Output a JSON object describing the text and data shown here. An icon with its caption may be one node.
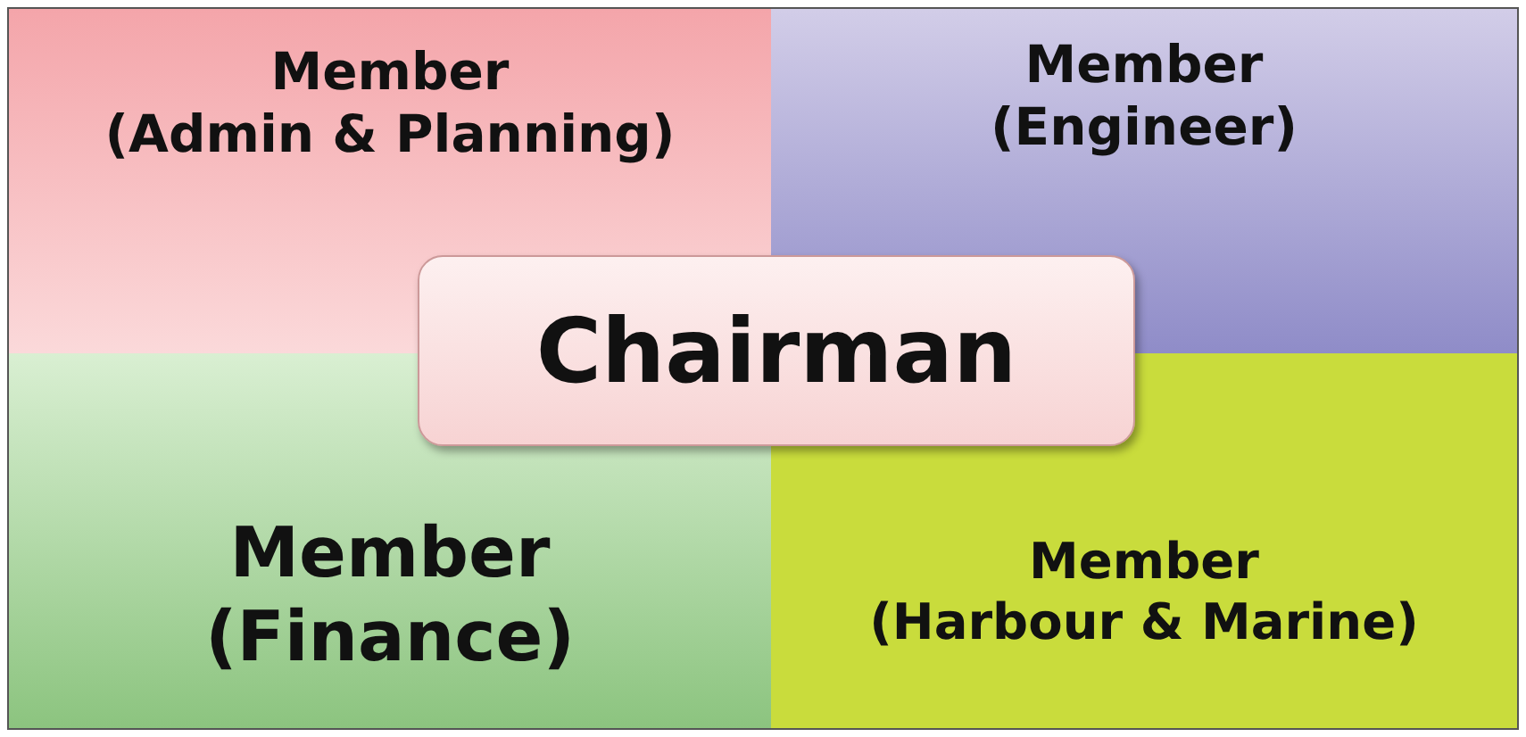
{
  "diagram": {
    "nodes": [
      {
        "text": [
          "Member (Admin & Planning)"
        ]
      },
      {
        "text": [
          "Member (Engineer)"
        ]
      },
      {
        "text": [
          "Member (Finance)"
        ]
      },
      {
        "text": [
          "Member (Harbour & Marine)"
        ]
      },
      {
        "text": [
          "Chairman"
        ]
      }
    ]
  }
}
